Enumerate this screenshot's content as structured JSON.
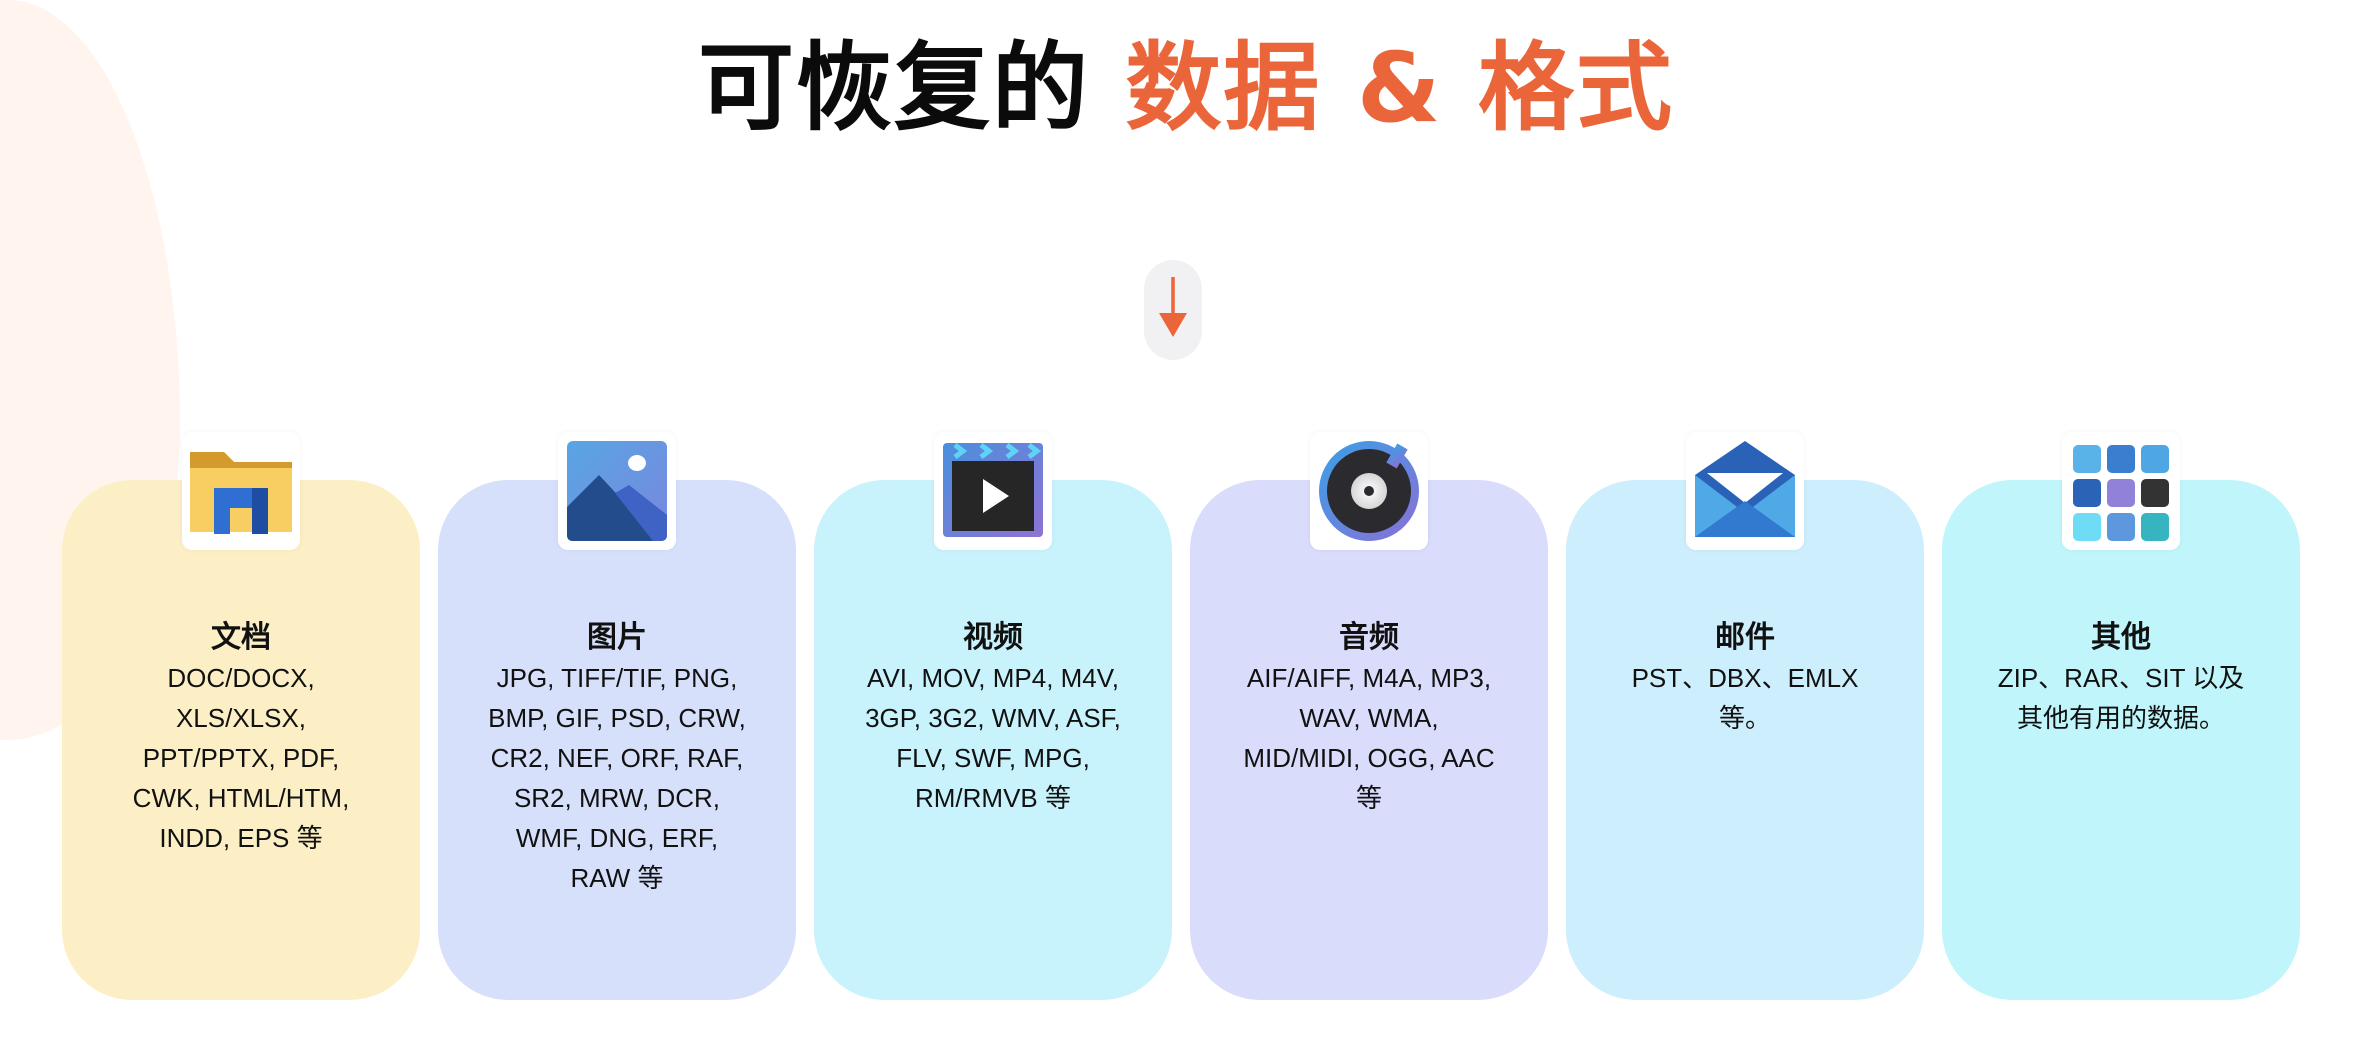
{
  "title": {
    "part_black": "可恢复的",
    "part_accent": "数据 & 格式"
  },
  "colors": {
    "accent": "#ea6539",
    "card_documents": "#fdefc5",
    "card_images": "#d7e0fb",
    "card_video": "#c9f3fc",
    "card_audio": "#d9dcfb",
    "card_email": "#cdeefc",
    "card_other": "#c0f6fb"
  },
  "arrow": {
    "icon": "arrow-down-icon"
  },
  "cards": [
    {
      "icon": "folder-explorer-icon",
      "title": "文档",
      "lines": [
        "DOC/DOCX,",
        "XLS/XLSX,",
        "PPT/PPTX, PDF,",
        "CWK, HTML/HTM,",
        "INDD, EPS 等"
      ]
    },
    {
      "icon": "image-photo-icon",
      "title": "图片",
      "lines": [
        "JPG, TIFF/TIF, PNG,",
        "BMP, GIF, PSD, CRW,",
        "CR2, NEF, ORF, RAF,",
        "SR2, MRW, DCR,",
        "WMF, DNG, ERF,",
        "RAW 等"
      ]
    },
    {
      "icon": "video-clapper-icon",
      "title": "视频",
      "lines": [
        "AVI, MOV, MP4, M4V,",
        "3GP, 3G2, WMV, ASF,",
        "FLV, SWF, MPG,",
        "RM/RMVB 等"
      ]
    },
    {
      "icon": "audio-disc-icon",
      "title": "音频",
      "lines": [
        "AIF/AIFF, M4A, MP3,",
        "WAV, WMA,",
        "MID/MIDI, OGG, AAC",
        "等"
      ]
    },
    {
      "icon": "mail-envelope-icon",
      "title": "邮件",
      "lines": [
        "PST、DBX、EMLX",
        "等。"
      ]
    },
    {
      "icon": "apps-grid-icon",
      "title": "其他",
      "lines": [
        "ZIP、RAR、SIT 以及",
        "其他有用的数据。"
      ]
    }
  ]
}
